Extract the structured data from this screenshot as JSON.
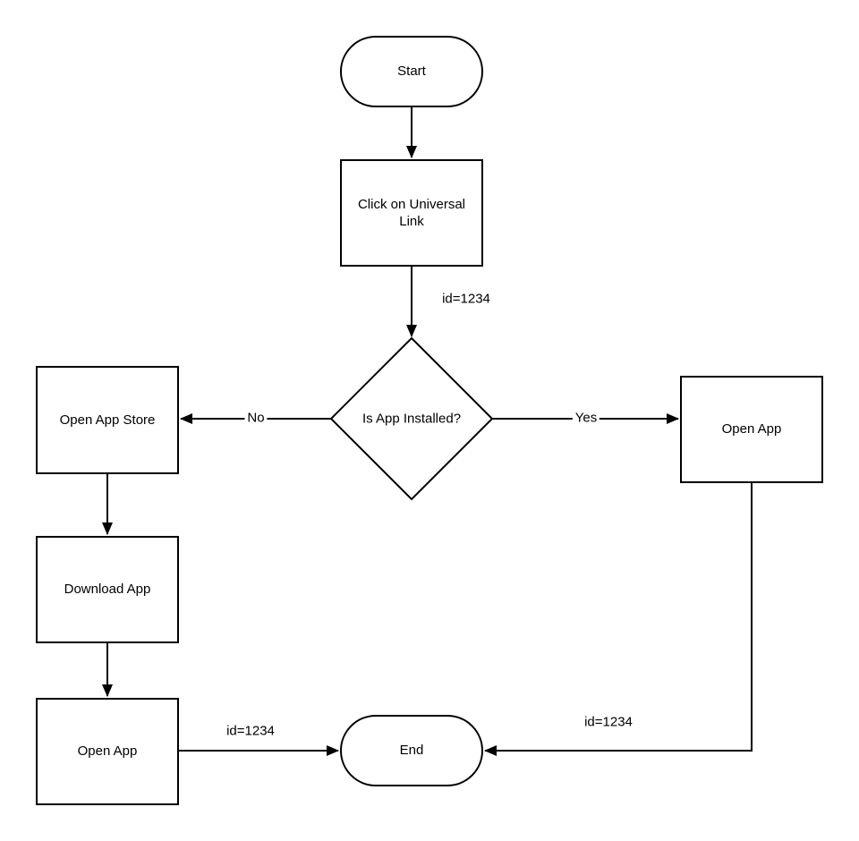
{
  "canvas": {
    "background": "#ffffff"
  },
  "colors": {
    "stroke": "#000000",
    "node_fill": "#ffffff",
    "text": "#000000"
  },
  "nodes": {
    "start": {
      "label": "Start",
      "type": "terminator"
    },
    "click_universal_link": {
      "label": "Click on Universal Link",
      "type": "process"
    },
    "is_app_installed": {
      "label": "Is App Installed?",
      "type": "decision"
    },
    "open_app_store": {
      "label": "Open App Store",
      "type": "process"
    },
    "open_app_yes": {
      "label": "Open App",
      "type": "process"
    },
    "download_app": {
      "label": "Download App",
      "type": "process"
    },
    "open_app_no": {
      "label": "Open App",
      "type": "process"
    },
    "end": {
      "label": "End",
      "type": "terminator"
    }
  },
  "edge_labels": {
    "click_to_decision": "id=1234",
    "decision_no": "No",
    "decision_yes": "Yes",
    "open_app_no_to_end": "id=1234",
    "open_app_yes_to_end": "id=1234"
  }
}
